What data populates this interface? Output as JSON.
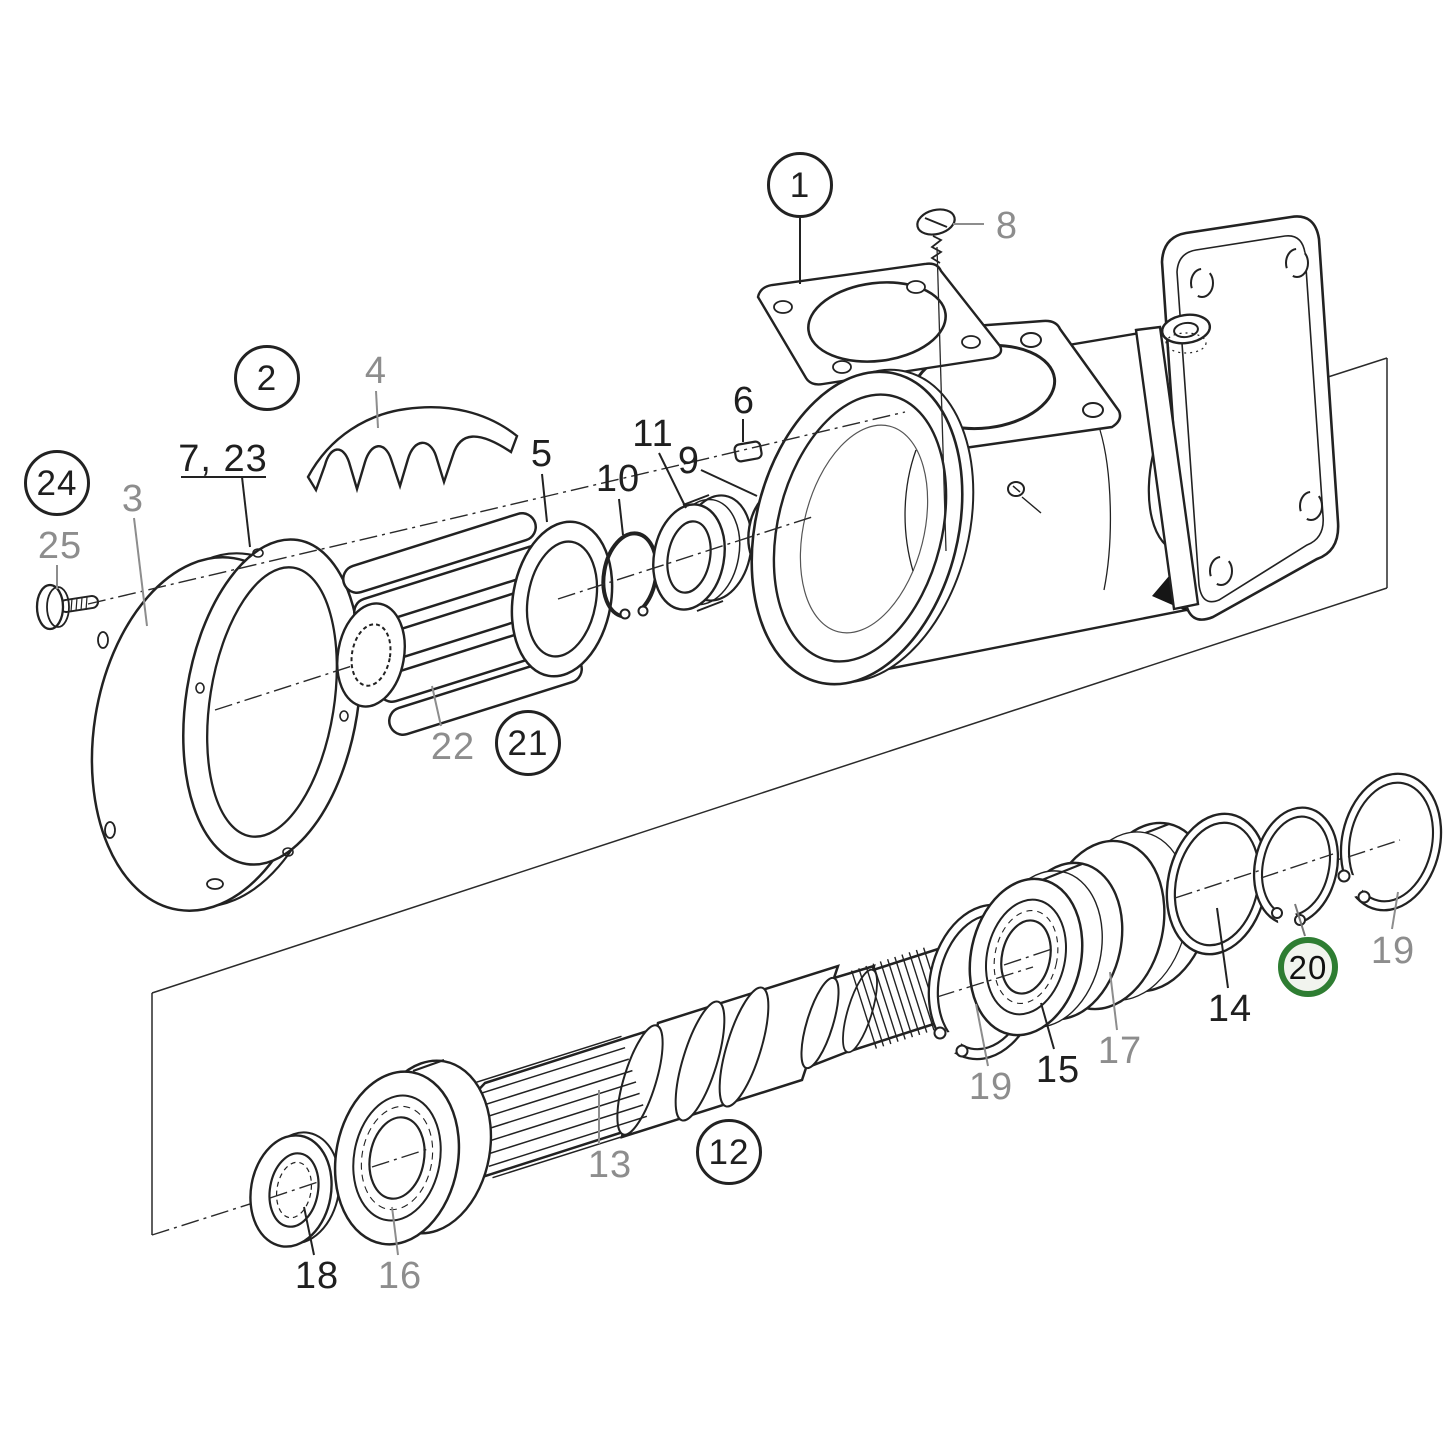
{
  "colors": {
    "background": "#ffffff",
    "drawing_line": "#222222",
    "label_black": "#1f1f1f",
    "label_gray": "#8d8d8d",
    "highlight_circle_green": "#2e7d32",
    "highlight_circle_fill": "#f1f4ee"
  },
  "callouts": [
    {
      "text": "1",
      "style": "circled-black"
    },
    {
      "text": "2",
      "style": "circled-black"
    },
    {
      "text": "3",
      "style": "gray"
    },
    {
      "text": "4",
      "style": "gray"
    },
    {
      "text": "5",
      "style": "black"
    },
    {
      "text": "6",
      "style": "black"
    },
    {
      "text": "7, 23",
      "style": "black-underlined"
    },
    {
      "text": "8",
      "style": "gray"
    },
    {
      "text": "9",
      "style": "black"
    },
    {
      "text": "10",
      "style": "black"
    },
    {
      "text": "11",
      "style": "black"
    },
    {
      "text": "12",
      "style": "circled-black"
    },
    {
      "text": "13",
      "style": "gray"
    },
    {
      "text": "14",
      "style": "black"
    },
    {
      "text": "15",
      "style": "black"
    },
    {
      "text": "16",
      "style": "gray"
    },
    {
      "text": "17",
      "style": "gray"
    },
    {
      "text": "18",
      "style": "black"
    },
    {
      "text": "19",
      "style": "gray"
    },
    {
      "text": "19",
      "style": "gray"
    },
    {
      "text": "20",
      "style": "circled-green-highlight"
    },
    {
      "text": "21",
      "style": "circled-black"
    },
    {
      "text": "22",
      "style": "gray"
    },
    {
      "text": "24",
      "style": "circled-black"
    },
    {
      "text": "25",
      "style": "gray"
    }
  ],
  "drawing_icons": [
    "pump-housing",
    "mounting-flange",
    "housing-top-flange",
    "top-gasket-plate",
    "cover-screw",
    "drive-plug",
    "end-cover-plate",
    "cover-bolt",
    "cover-gasket",
    "cam",
    "impeller",
    "washer",
    "retaining-ring-small",
    "seal-sleeve",
    "seal-spacer-ring",
    "drive-shaft",
    "radial-seal-ring",
    "ball-bearing-small",
    "circlip-left",
    "ball-bearing-double",
    "bearing-spacer",
    "shim-ring",
    "circlip-highlighted",
    "circlip-right"
  ]
}
